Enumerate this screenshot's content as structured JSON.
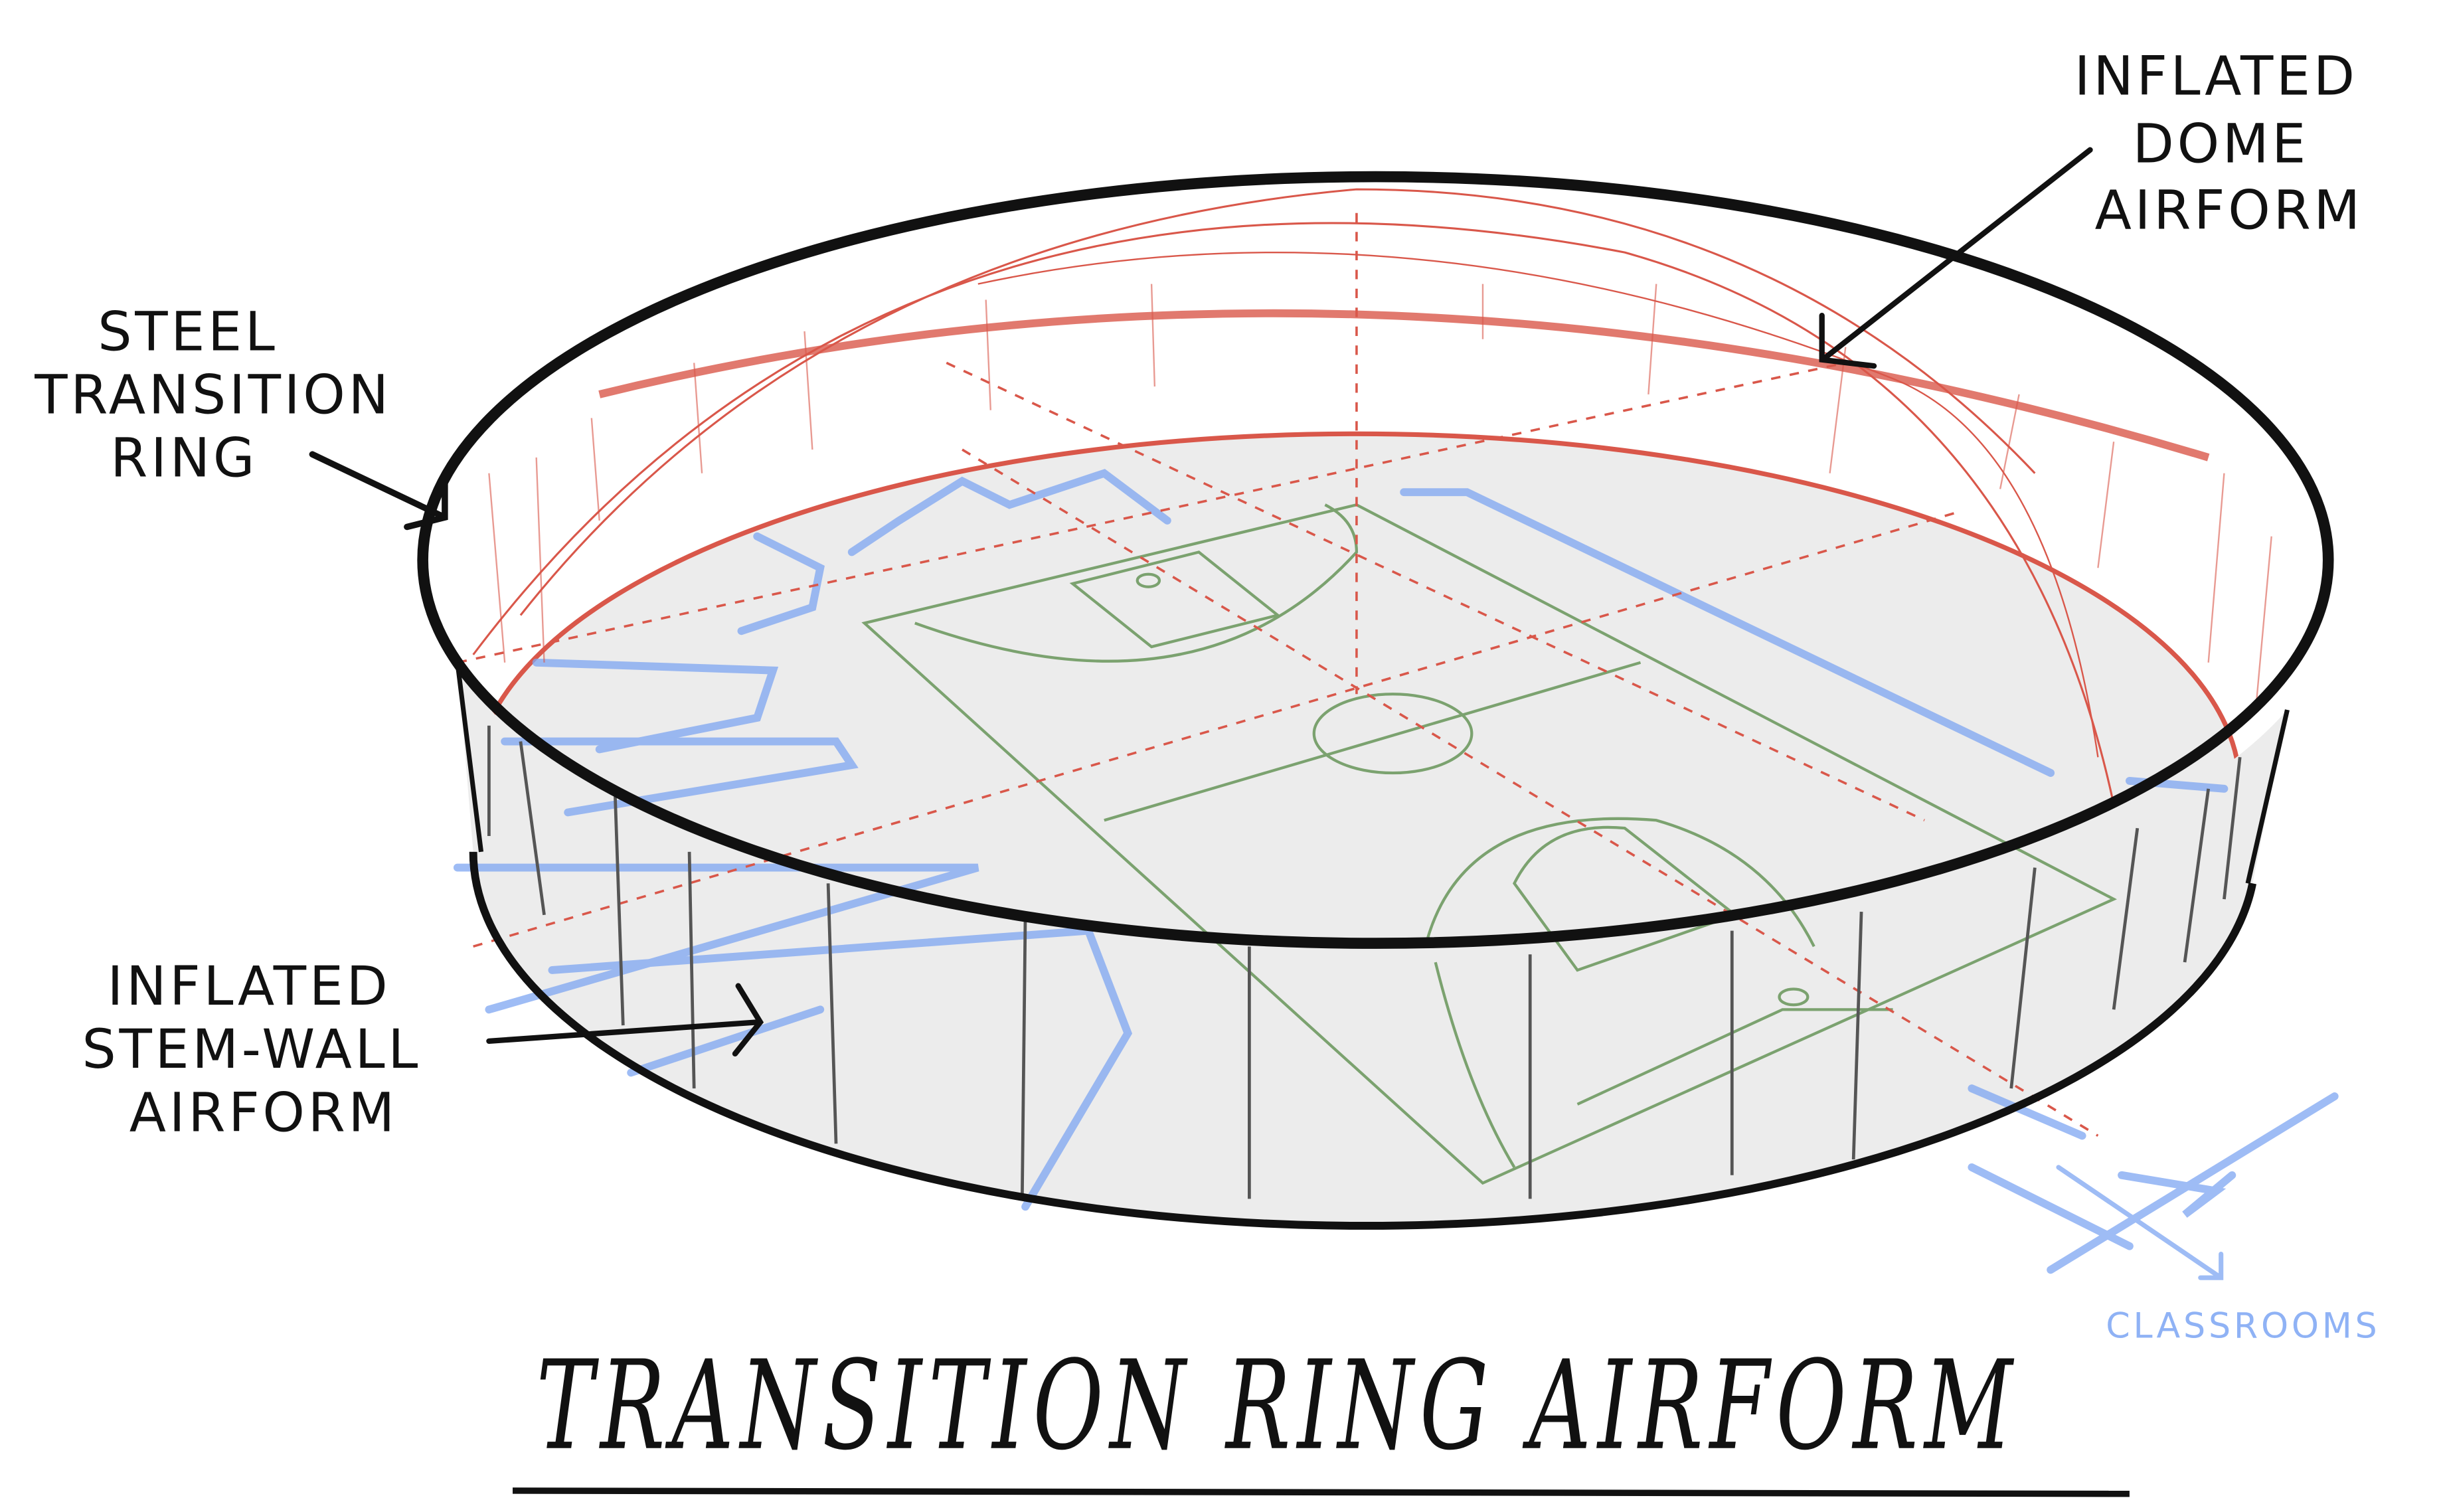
{
  "title": "TRANSITION RING AIRFORM",
  "labels": {
    "steel_ring": [
      "STEEL",
      "TRANSITION",
      "RING"
    ],
    "dome": [
      "INFLATED",
      "DOME",
      "AIRFORM"
    ],
    "stem_wall": [
      "INFLATED",
      "STEM-WALL",
      "AIRFORM"
    ],
    "classrooms": "CLASSROOMS"
  },
  "colors": {
    "ink": "#111111",
    "dome_red": "#d9574a",
    "court_green": "#6f9a62",
    "plan_blue": "#7ea6f2",
    "floor": "#ececec"
  }
}
